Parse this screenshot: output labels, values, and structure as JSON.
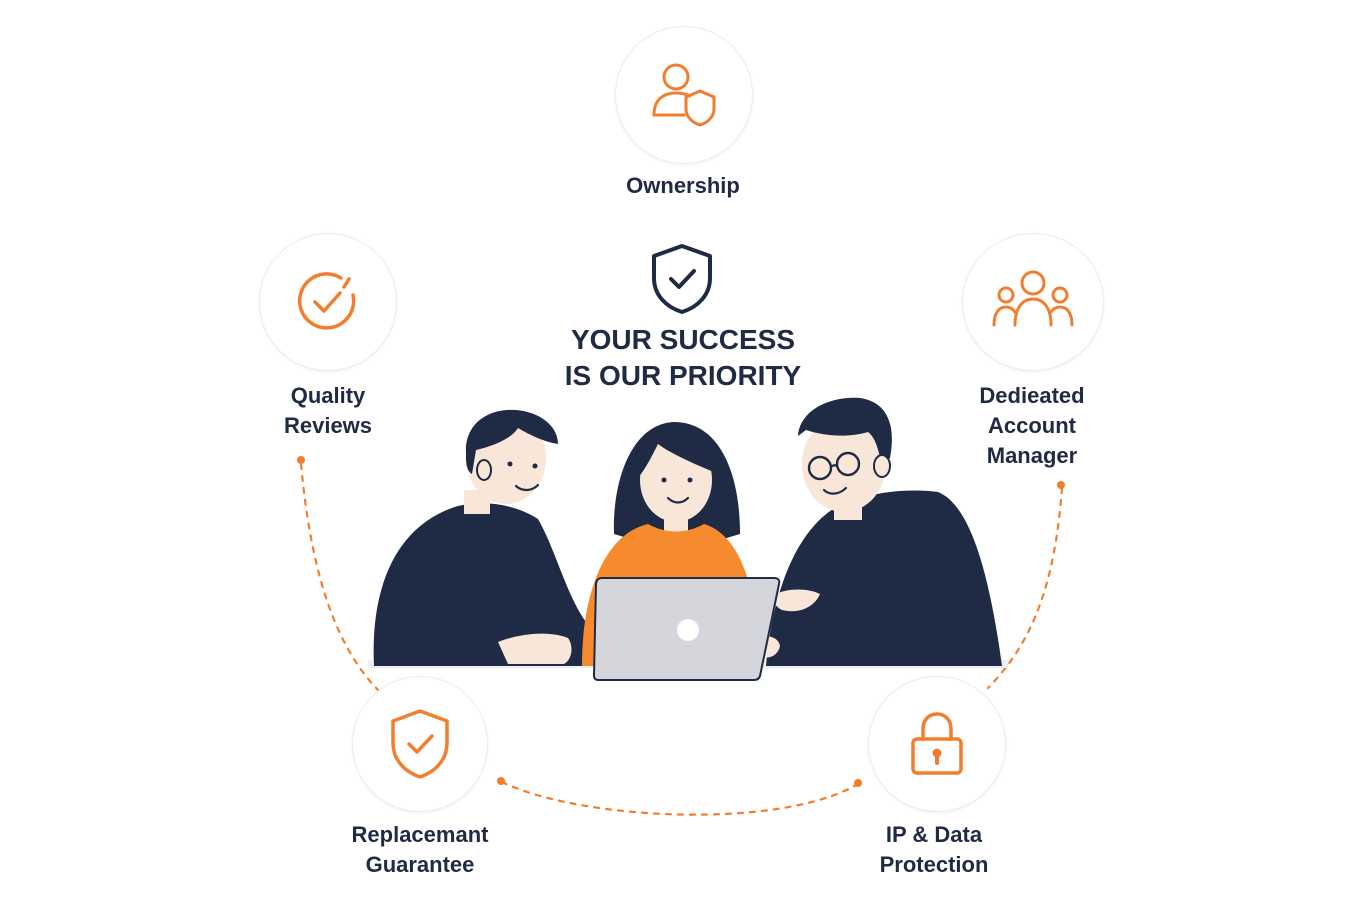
{
  "headline": {
    "line1": "YOUR SUCCESS",
    "line2": "IS OUR PRIORITY",
    "icon": "shield-check-icon"
  },
  "features": {
    "ownership": {
      "line1": "Ownership",
      "icon": "user-shield-icon"
    },
    "quality_reviews": {
      "line1": "Quality",
      "line2": "Reviews",
      "icon": "check-circle-icon"
    },
    "account_manager": {
      "line1": "Dedieated",
      "line2": "Account",
      "line3": "Manager",
      "icon": "users-group-icon"
    },
    "replacement": {
      "line1": "Replacemant",
      "line2": "Guarantee",
      "icon": "shield-check-icon"
    },
    "ip_protection": {
      "line1": "IP & Data",
      "line2": "Protection",
      "icon": "padlock-icon"
    }
  },
  "illustration": {
    "subject": "three-people-at-laptop-illustration"
  },
  "colors": {
    "accent": "#f37d2f",
    "navy": "#1f2a44",
    "laptop": "#d4d6dc"
  }
}
